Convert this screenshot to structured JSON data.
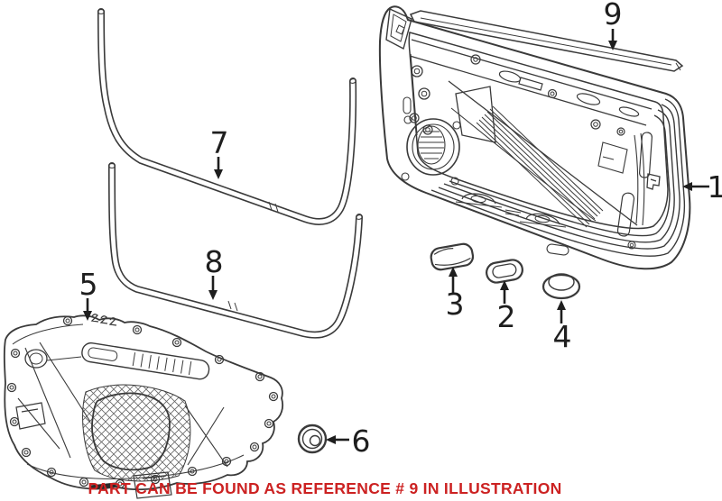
{
  "figure": {
    "background": "#ffffff",
    "ink_color": "#3a3a3a",
    "note": {
      "text": "PART CAN BE FOUND AS REFERENCE # 9 IN ILLUSTRATION",
      "color": "#cc2222"
    },
    "callouts": [
      {
        "label": "1"
      },
      {
        "label": "2"
      },
      {
        "label": "3"
      },
      {
        "label": "4"
      },
      {
        "label": "5"
      },
      {
        "label": "6"
      },
      {
        "label": "7"
      },
      {
        "label": "8"
      },
      {
        "label": "9"
      }
    ]
  }
}
